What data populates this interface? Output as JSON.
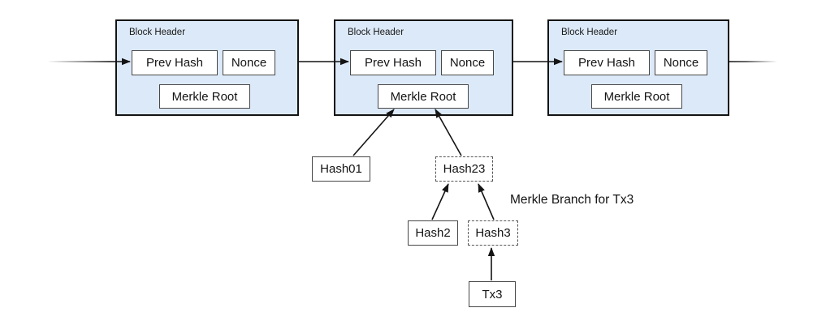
{
  "colors": {
    "block_fill": "#dce9f8",
    "block_border": "#141414",
    "box_border": "#474747",
    "arrow": "#141414",
    "text": "#1a1a1a"
  },
  "blocks": [
    {
      "header": "Block Header",
      "prev_hash": "Prev Hash",
      "nonce": "Nonce",
      "merkle_root": "Merkle Root"
    },
    {
      "header": "Block Header",
      "prev_hash": "Prev Hash",
      "nonce": "Nonce",
      "merkle_root": "Merkle Root"
    },
    {
      "header": "Block Header",
      "prev_hash": "Prev Hash",
      "nonce": "Nonce",
      "merkle_root": "Merkle Root"
    }
  ],
  "merkle_tree": {
    "hash01": "Hash01",
    "hash23": "Hash23",
    "hash2": "Hash2",
    "hash3": "Hash3",
    "tx3": "Tx3",
    "annotation": "Merkle Branch for Tx3"
  }
}
